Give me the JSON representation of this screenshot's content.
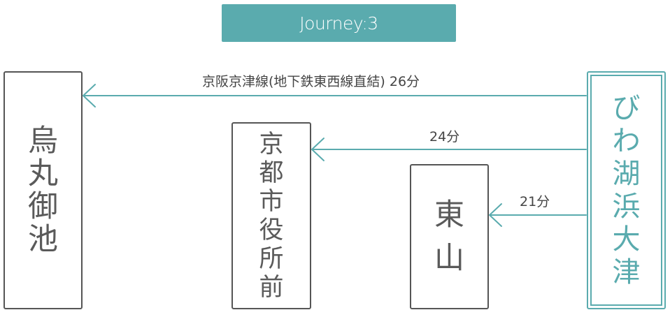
{
  "title": "Journey:3",
  "stations": {
    "karasuma_oike": [
      "烏",
      "丸",
      "御",
      "池"
    ],
    "kyoto_shiyakusho_mae": [
      "京",
      "都",
      "市",
      "役",
      "所",
      "前"
    ],
    "higashiyama": [
      "東",
      "山"
    ],
    "biwako_hama_otsu": [
      "び",
      "わ",
      "湖",
      "浜",
      "大",
      "津"
    ]
  },
  "routes": {
    "to_karasuma": "京阪京津線(地下鉄東西線直結) 26分",
    "to_shiyakusho": "24分",
    "to_higashiyama": "21分"
  },
  "colors": {
    "accent": "#5aabae",
    "station_border": "#555555",
    "text": "#444444"
  }
}
